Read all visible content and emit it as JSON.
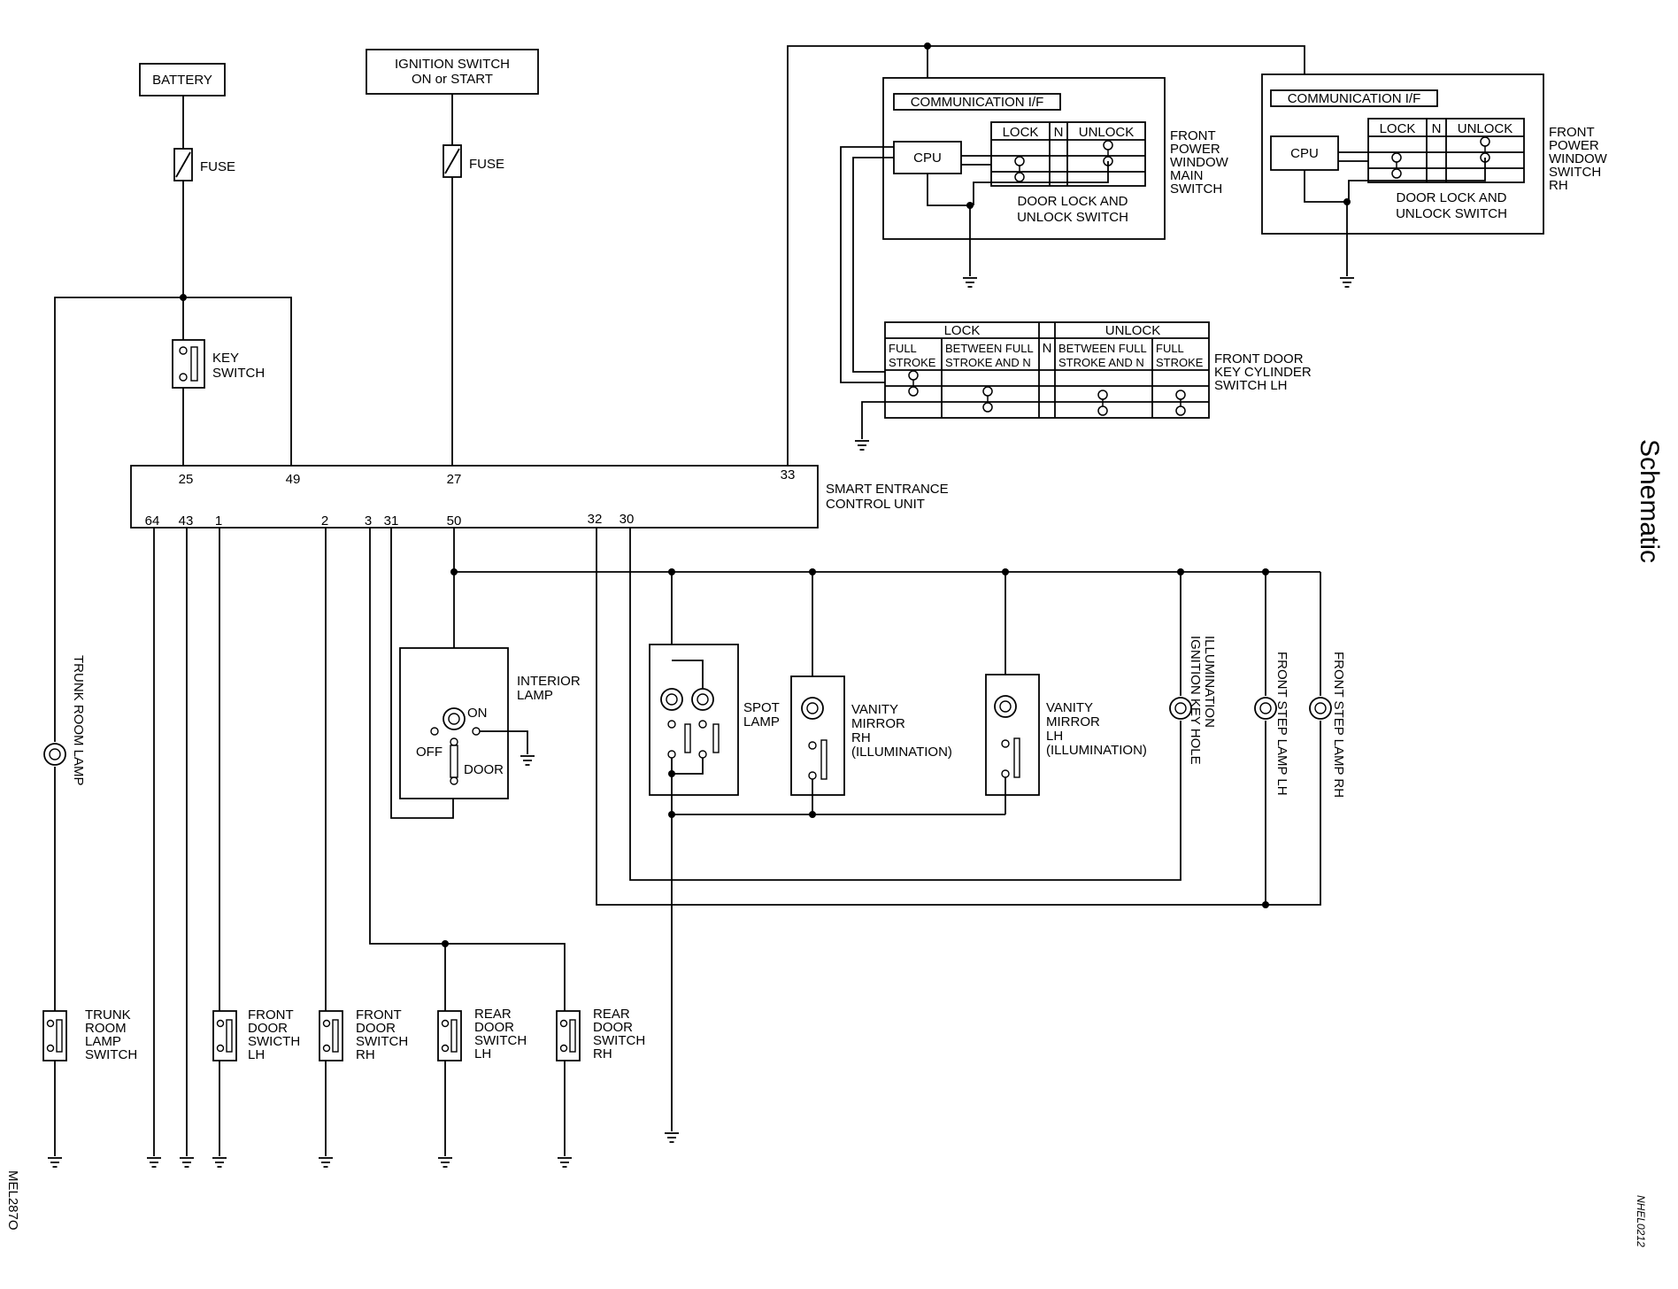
{
  "side_title": "Schematic",
  "figure_code_left": "MEL287O",
  "figure_code_right": "NHEL0212",
  "battery": "BATTERY",
  "ignition_switch": [
    "IGNITION SWITCH",
    "ON or START"
  ],
  "fuse": "FUSE",
  "key_switch": [
    "KEY",
    "SWITCH"
  ],
  "control_unit": [
    "SMART ENTRANCE",
    "CONTROL UNIT"
  ],
  "pins": {
    "p25": "25",
    "p49": "49",
    "p27": "27",
    "p33": "33",
    "p64": "64",
    "p43": "43",
    "p1": "1",
    "p2": "2",
    "p3": "3",
    "p31": "31",
    "p50": "50",
    "p32": "32",
    "p30": "30"
  },
  "main_switch": {
    "comm": "COMMUNICATION I/F",
    "cpu": "CPU",
    "lock": "LOCK",
    "n": "N",
    "unlock": "UNLOCK",
    "door_lock": [
      "DOOR LOCK AND",
      "UNLOCK SWITCH"
    ],
    "name": [
      "FRONT",
      "POWER",
      "WINDOW",
      "MAIN",
      "SWITCH"
    ]
  },
  "rh_switch": {
    "comm": "COMMUNICATION I/F",
    "cpu": "CPU",
    "lock": "LOCK",
    "n": "N",
    "unlock": "UNLOCK",
    "door_lock": [
      "DOOR LOCK AND",
      "UNLOCK SWITCH"
    ],
    "name": [
      "FRONT",
      "POWER",
      "WINDOW",
      "SWITCH",
      "RH"
    ]
  },
  "key_cylinder": {
    "lock": "LOCK",
    "n": "N",
    "unlock": "UNLOCK",
    "full_stroke": [
      "FULL",
      "STROKE"
    ],
    "between": [
      "BETWEEN FULL",
      "STROKE AND N"
    ],
    "name": [
      "FRONT DOOR",
      "KEY CYLINDER",
      "SWITCH LH"
    ]
  },
  "interior_lamp": {
    "name": [
      "INTERIOR",
      "LAMP"
    ],
    "on": "ON",
    "off": "OFF",
    "door": "DOOR"
  },
  "spot_lamp": [
    "SPOT",
    "LAMP"
  ],
  "vanity_rh": [
    "VANITY",
    "MIRROR",
    "RH",
    "(ILLUMINATION)"
  ],
  "vanity_lh": [
    "VANITY",
    "MIRROR",
    "LH",
    "(ILLUMINATION)"
  ],
  "ignition_key_hole": [
    "IGNITION KEY HOLE",
    "ILLUMINATION"
  ],
  "front_step_lh": "FRONT STEP LAMP LH",
  "front_step_rh": "FRONT STEP LAMP RH",
  "trunk_room_lamp": "TRUNK ROOM LAMP",
  "trunk_switch": [
    "TRUNK",
    "ROOM",
    "LAMP",
    "SWITCH"
  ],
  "front_door_lh": [
    "FRONT",
    "DOOR",
    "SWICTH",
    "LH"
  ],
  "front_door_rh": [
    "FRONT",
    "DOOR",
    "SWITCH",
    "RH"
  ],
  "rear_door_lh": [
    "REAR",
    "DOOR",
    "SWITCH",
    "LH"
  ],
  "rear_door_rh": [
    "REAR",
    "DOOR",
    "SWITCH",
    "RH"
  ]
}
